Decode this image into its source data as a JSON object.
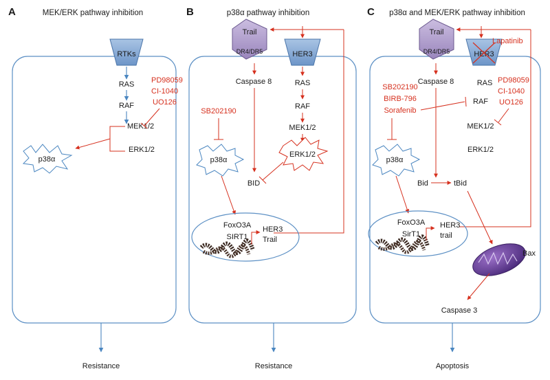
{
  "panels": [
    {
      "letter": "A",
      "title": "MEK/ERK pathway inhibition",
      "rtks": "RTKs",
      "ras": "RAS",
      "raf": "RAF",
      "mek": "MEK1/2",
      "erk": "ERK1/2",
      "p38": "p38α",
      "inhibitors": [
        "PD98059",
        "CI-1040",
        "UO126"
      ],
      "outcome": "Resistance"
    },
    {
      "letter": "B",
      "title": "p38α pathway inhibition",
      "trail": "Trail",
      "dr": "DR4/DR5",
      "her3": "HER3",
      "caspase8": "Caspase 8",
      "ras": "RAS",
      "raf": "RAF",
      "mek": "MEK1/2",
      "erk": "ERK1/2",
      "inhibitor": "SB202190",
      "p38": "p38α",
      "bid": "BID",
      "foxo": "FoxO3A",
      "sirt": "SIRT1",
      "her3_gene": "HER3",
      "trail_gene": "Trail",
      "outcome": "Resistance"
    },
    {
      "letter": "C",
      "title": "p38α and MEK/ERK pathway inhibition",
      "trail": "Trail",
      "dr": "DR4/DR5",
      "her3": "HER3",
      "lapatinib": "Lapatinib",
      "caspase8": "Caspase 8",
      "ras": "RAS",
      "raf": "RAF",
      "mek": "MEK1/2",
      "erk": "ERK1/2",
      "p38_inhibitors": [
        "SB202190",
        "BIRB-796",
        "Sorafenib"
      ],
      "mek_inhibitors": [
        "PD98059",
        "CI-1040",
        "UO126"
      ],
      "p38": "p38α",
      "bid": "Bid",
      "tbid": "tBid",
      "foxo": "FoxO3A",
      "sirt": "SirT1",
      "her3_gene": "HER3",
      "trail_gene": "trail",
      "bax": "Bax",
      "caspase3": "Caspase 3",
      "outcome": "Apoptosis"
    }
  ]
}
